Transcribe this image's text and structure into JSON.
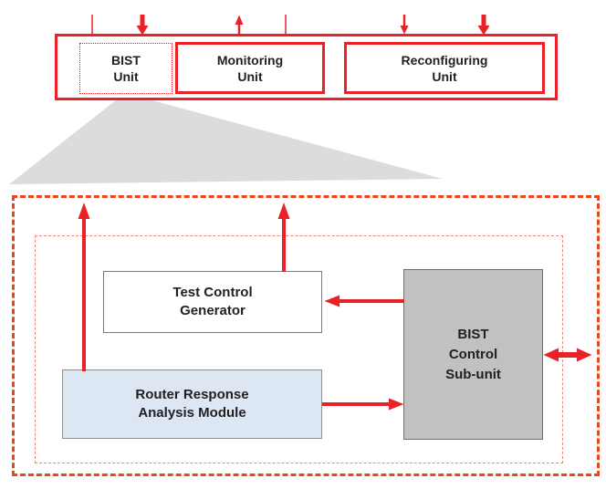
{
  "figure": {
    "description": "BIST unit architecture diagram",
    "top_panel": {
      "units": [
        {
          "id": "bist-unit",
          "lines": [
            "BIST",
            "Unit"
          ],
          "border_style": "dotted"
        },
        {
          "id": "monitoring-unit",
          "lines": [
            "Monitoring",
            "Unit"
          ],
          "border_style": "solid"
        },
        {
          "id": "reconfiguring-unit",
          "lines": [
            "Reconfiguring",
            "Unit"
          ],
          "border_style": "solid"
        }
      ]
    },
    "detail_panel": {
      "expanded_from": "bist-unit",
      "blocks": [
        {
          "id": "test-control-generator",
          "lines": [
            "Test Control",
            "Generator"
          ],
          "fill": "white"
        },
        {
          "id": "router-response-analysis-module",
          "lines": [
            "Router Response",
            "Analysis Module"
          ],
          "fill": "light-blue"
        },
        {
          "id": "bist-control-subunit",
          "lines": [
            "BIST",
            "Control",
            "Sub-unit"
          ],
          "fill": "gray"
        }
      ],
      "connections": [
        "router-response-analysis-module -> up/out of panel",
        "test-control-generator -> up/out of panel",
        "bist-control-subunit -> test-control-generator",
        "router-response-analysis-module -> bist-control-subunit",
        "bist-control-subunit <-> right/out of panel"
      ]
    }
  },
  "colors": {
    "red": "#ea2227",
    "dashed_red": "#e8461f",
    "inner_border_red": "#f08573",
    "box_border_gray": "#7a7a7a",
    "bcs_fill": "#c1c1c1",
    "rram_fill": "#dde7f3",
    "trapezoid_gray": "#dcdcdc",
    "text_color": "#231f20",
    "white": "#ffffff"
  }
}
